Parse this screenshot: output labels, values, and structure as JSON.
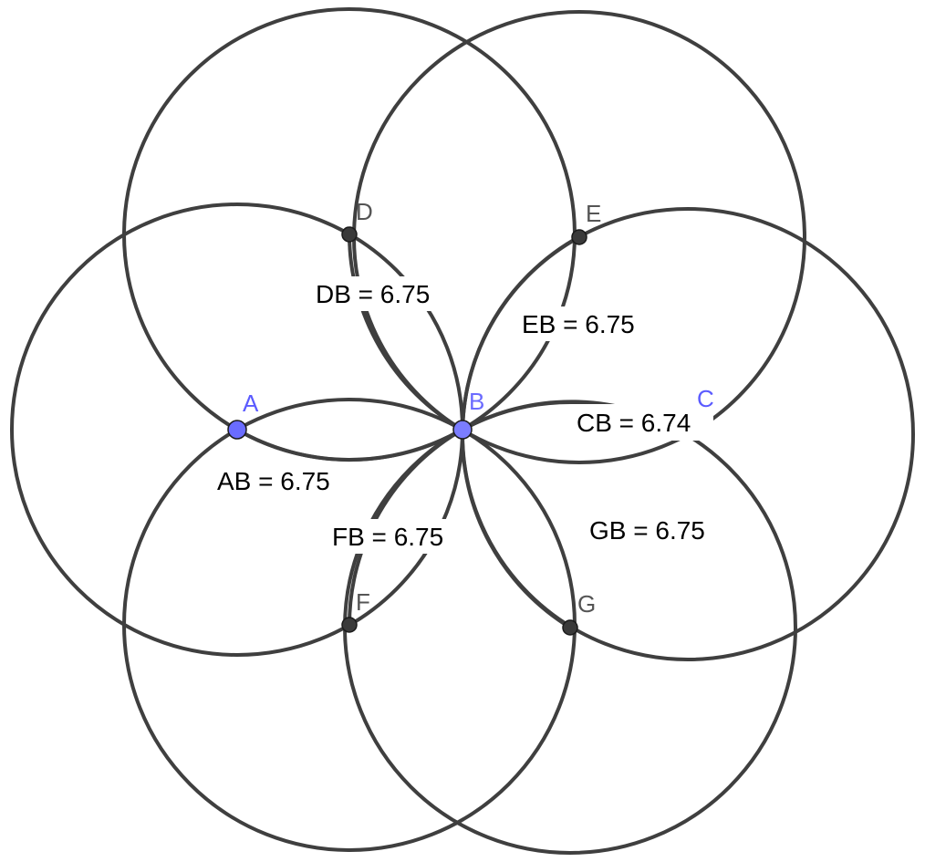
{
  "colors": {
    "stroke": "#3f3f3f",
    "free_point": "#6a6cff",
    "dependent_point": "#3a3a3a",
    "free_label": "#5b5bff",
    "dependent_label": "#555555"
  },
  "points": {
    "A": {
      "name": "A",
      "kind": "free"
    },
    "B": {
      "name": "B",
      "kind": "free"
    },
    "C": {
      "name": "C",
      "kind": "dependent"
    },
    "D": {
      "name": "D",
      "kind": "dependent"
    },
    "E": {
      "name": "E",
      "kind": "dependent"
    },
    "F": {
      "name": "F",
      "kind": "dependent"
    },
    "G": {
      "name": "G",
      "kind": "dependent"
    }
  },
  "measurements": {
    "DB": "DB = 6.75",
    "EB": "EB = 6.75",
    "CB": "CB = 6.74",
    "AB": "AB = 6.75",
    "FB": "FB = 6.75",
    "GB": "GB = 6.75"
  }
}
